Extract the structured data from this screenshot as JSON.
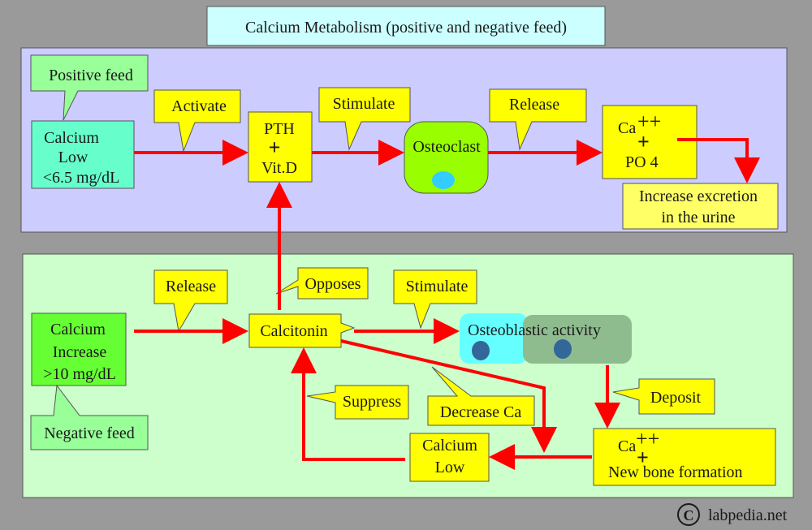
{
  "title": "Calcium Metabolism (positive and negative feed)",
  "positive": {
    "feed_label": "Positive feed",
    "calcium_low": [
      "Calcium",
      "Low",
      "<6.5 mg/dL"
    ],
    "activate": "Activate",
    "pth_vitd": [
      "PTH",
      "+",
      "Vit.D"
    ],
    "stimulate": "Stimulate",
    "osteoclast": "Osteoclast",
    "release": "Release",
    "ca_po4": [
      "Ca",
      "++",
      "+",
      "PO 4"
    ],
    "excretion": [
      "Increase excretion",
      "in the urine"
    ]
  },
  "negative": {
    "feed_label": "Negative feed",
    "calcium_increase": [
      "Calcium",
      "Increase",
      ">10 mg/dL"
    ],
    "release": "Release",
    "opposes": "Opposes",
    "calcitonin": "Calcitonin",
    "stimulate": "Stimulate",
    "osteoblastic": "Osteoblastic activity",
    "deposit": "Deposit",
    "decrease_ca": "Decrease Ca",
    "suppress": "Suppress",
    "calcium_low": [
      "Calcium",
      "Low"
    ],
    "new_bone": [
      "Ca",
      "++",
      "+",
      "New bone formation"
    ]
  },
  "watermark": {
    "symbol": "C",
    "text": "labpedia.net"
  },
  "colors": {
    "background": "#9a9a9a",
    "top_panel": "#ccccff",
    "bottom_panel": "#ccffcc",
    "callout": "#ffff00",
    "box_yellow": "#ffff00",
    "box_light_yellow": "#ffff66",
    "arrow": "#ff0000",
    "title_box": "#ccffff"
  }
}
